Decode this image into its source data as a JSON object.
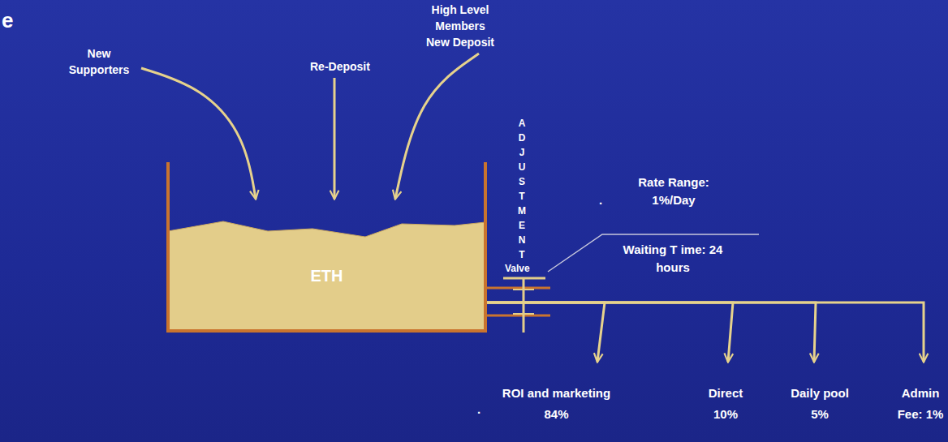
{
  "diagram": {
    "nodes": [
      {
        "text": [
          "New Supporters"
        ]
      },
      {
        "text": [
          "Re-Deposit"
        ]
      },
      {
        "text": [
          "High Level Members New Deposit"
        ]
      },
      {
        "text": [
          "ETH"
        ]
      },
      {
        "text": [
          "ROI and marketing",
          "84%"
        ]
      },
      {
        "text": [
          "Direct",
          "10%"
        ]
      },
      {
        "text": [
          "Daily pool",
          "5%"
        ]
      },
      {
        "text": [
          "Admin Fee: 1%"
        ]
      }
    ],
    "edges": [
      {
        "from": 0,
        "to": 3,
        "arrow": "to"
      },
      {
        "from": 1,
        "to": 3,
        "arrow": "to"
      },
      {
        "from": 2,
        "to": 3,
        "arrow": "to"
      },
      {
        "from": 3,
        "to": 4,
        "arrow": "to"
      },
      {
        "from": 3,
        "to": 5,
        "arrow": "to"
      },
      {
        "from": 3,
        "to": 6,
        "arrow": "to"
      },
      {
        "from": 3,
        "to": 7,
        "arrow": "to"
      }
    ],
    "labels": [
      "e",
      "ADJUSTMENT",
      "Valve",
      "Rate Range: 1%/Day",
      ".",
      "Waiting T ime: 24 hours",
      "."
    ]
  }
}
